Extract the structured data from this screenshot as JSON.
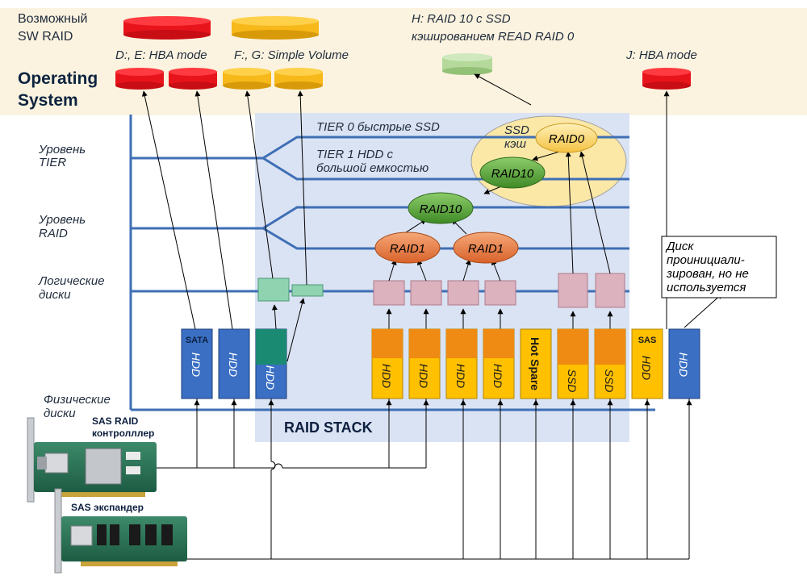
{
  "os_panel": {
    "sw_raid_line1": "Возможный",
    "sw_raid_line2": "SW RAID",
    "os_line1": "Operating",
    "os_line2": "System",
    "hba_de": "D:, E:  HBA mode",
    "simple_fg": "F:, G:  Simple Volume",
    "h_line1": "H: RAID 10 с SSD",
    "h_line2": "кэшированием READ RAID 0",
    "j_hba": "J:  HBA mode"
  },
  "levels": {
    "tier_line1": "Уровень",
    "tier_line2": "TIER",
    "raid_line1": "Уровень",
    "raid_line2": "RAID",
    "logical_line1": "Логические",
    "logical_line2": "диски",
    "physical_line1": "Физические",
    "physical_line2": "диски"
  },
  "tiers": {
    "tier0": "TIER 0 быстрые SSD",
    "tier1_line1": "TIER 1 HDD с",
    "tier1_line2": "большой емкостью"
  },
  "cache": {
    "line1": "SSD",
    "line2": "кэш"
  },
  "raid_nodes": {
    "raid0": "RAID0",
    "raid10_cache": "RAID10",
    "raid10": "RAID10",
    "raid1_a": "RAID1",
    "raid1_b": "RAID1"
  },
  "stack_label": "RAID STACK",
  "note": {
    "line1": "Диск",
    "line2": "проинициали-",
    "line3": "зирован, но не",
    "line4": "используется"
  },
  "drives": [
    {
      "label": "HDD",
      "tag": "SATA"
    },
    {
      "label": "HDD",
      "tag": ""
    },
    {
      "label": "HDD",
      "tag": ""
    },
    {
      "label": "HDD",
      "tag": ""
    },
    {
      "label": "HDD",
      "tag": ""
    },
    {
      "label": "HDD",
      "tag": ""
    },
    {
      "label": "HDD",
      "tag": ""
    },
    {
      "label": "Hot Spare",
      "tag": ""
    },
    {
      "label": "SSD",
      "tag": ""
    },
    {
      "label": "SSD",
      "tag": ""
    },
    {
      "label": "HDD",
      "tag": "SAS"
    },
    {
      "label": "HDD",
      "tag": ""
    }
  ],
  "controllers": {
    "raid_line1": "SAS RAID",
    "raid_line2": "контролллер",
    "expander": "SAS экспандер"
  },
  "colors": {
    "os_panel": "#fbf3df",
    "stack_bg": "#dae3f3",
    "level_line": "#3f6fb5",
    "disk_red": "#e8141c",
    "disk_yellow": "#f7b81a",
    "disk_green": "#b4d99a",
    "drive_blue": "#3a6fc4",
    "drive_orange": "#ef8a13",
    "drive_yellow": "#ffc000",
    "drive_teal": "#1a8a72",
    "logical_pink": "#dcb2be",
    "logical_green": "#8fd3b0",
    "raid1": "#ec7c3c",
    "raid10": "#5fa83c",
    "raid0": "#ffd966",
    "cache_ellipse": "#fbe7a6"
  }
}
